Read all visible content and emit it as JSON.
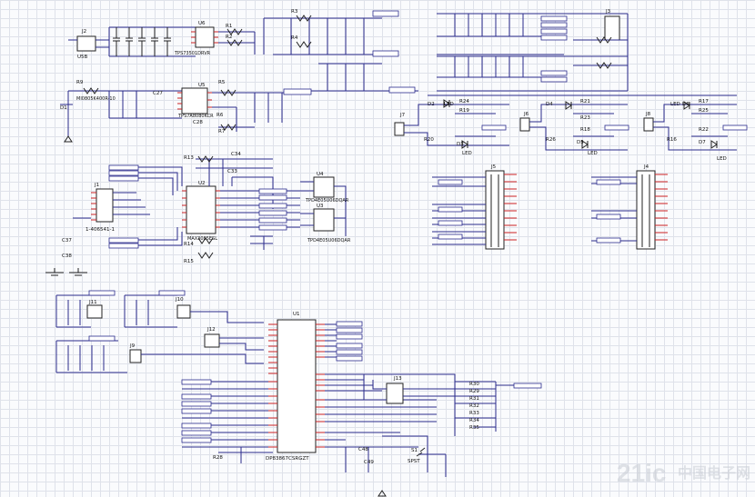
{
  "labels": {
    "u5b": "U5B",
    "u6": "U6",
    "tps_a": "TPS73501DRVR",
    "tps_b": "TPS7A8080KCR",
    "u5": "U5",
    "d1": "D1",
    "ferrite": "MI0805K400R-10",
    "r1": "R1",
    "r2": "R2",
    "r3": "R3",
    "r4": "R4",
    "r5": "R5",
    "r6": "R6",
    "r7": "R7",
    "r9": "R9",
    "c27": "C27",
    "c28": "C28",
    "j2": "J2",
    "j3": "J3",
    "j4": "J4",
    "j5": "J5",
    "j6": "J6",
    "j7": "J7",
    "j8": "J8",
    "j9": "J9",
    "j10": "J10",
    "j11": "J11",
    "j12": "J12",
    "j13": "J13",
    "j1": "J1",
    "j1_part": "1-406541-1",
    "u2": "U2",
    "u2_part": "MAX3085ESL",
    "u3": "U3",
    "u4": "U4",
    "tpd_a": "TPD4E05U06DQAR",
    "tpd_b": "TPD4E05U06DQAR",
    "r13": "R13",
    "r14": "R14",
    "r15": "R15",
    "c33": "C33",
    "c34": "C34",
    "c37": "C37",
    "c38": "C38",
    "u1": "U1",
    "u1_part": "DP83867CSRGZT",
    "r28": "R28",
    "c48": "C48",
    "c49": "C49",
    "s1": "S1",
    "spst": "SPST",
    "led": "LED",
    "d2": "D2",
    "d3": "D3",
    "d4": "D4",
    "d5": "D5",
    "d6": "D6",
    "d7": "D7",
    "r16": "R16",
    "r17": "R17",
    "r18": "R18",
    "r19": "R19",
    "r20": "R20",
    "r21": "R21",
    "r22": "R22",
    "r23": "R23",
    "r24": "R24",
    "r25": "R25",
    "r26": "R26",
    "r29": "R29",
    "r30": "R30",
    "r31": "R31",
    "r32": "R32",
    "r33": "R33",
    "r34": "R34",
    "r35": "R35"
  },
  "watermark": {
    "brand": "21ic",
    "site": "中国电子网"
  }
}
